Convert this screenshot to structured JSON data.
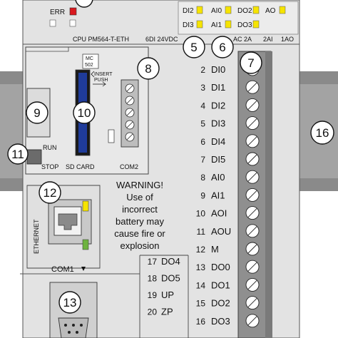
{
  "top": {
    "err": "ERR",
    "io_left": [
      "DI2",
      "DI3"
    ],
    "io_mid": [
      "AI0",
      "AI1"
    ],
    "io_right": [
      "DO2",
      "DO3"
    ],
    "ao": "AO",
    "model_line": "CPU PM564-T-ETH",
    "io_spec_a": "6DI 24VDC",
    "io_spec_b": "AC 2A",
    "io_spec_c": "2AI",
    "io_spec_d": "1AO"
  },
  "sd": {
    "mc_top": "MC",
    "mc_bottom": "502",
    "insert": "INSERT",
    "push": "PUSH",
    "card_label": "SD CARD",
    "run": "RUN",
    "stop": "STOP",
    "com2": "COM2"
  },
  "warning": [
    "WARNING!",
    "Use of",
    "incorrect",
    "battery may",
    "cause fire or",
    "explosion"
  ],
  "ethernet": "ETHERNET",
  "com1": "COM1",
  "terminals_right": [
    {
      "num": "2",
      "sig": "DI0"
    },
    {
      "num": "3",
      "sig": "DI1"
    },
    {
      "num": "4",
      "sig": "DI2"
    },
    {
      "num": "5",
      "sig": "DI3"
    },
    {
      "num": "6",
      "sig": "DI4"
    },
    {
      "num": "7",
      "sig": "DI5"
    },
    {
      "num": "8",
      "sig": "AI0"
    },
    {
      "num": "9",
      "sig": "AI1"
    },
    {
      "num": "10",
      "sig": "AOI"
    },
    {
      "num": "11",
      "sig": "AOU"
    },
    {
      "num": "12",
      "sig": "M"
    },
    {
      "num": "13",
      "sig": "DO0"
    },
    {
      "num": "14",
      "sig": "DO1"
    },
    {
      "num": "15",
      "sig": "DO2"
    },
    {
      "num": "16",
      "sig": "DO3"
    }
  ],
  "terminals_left": [
    {
      "num": "17",
      "sig": "DO4"
    },
    {
      "num": "18",
      "sig": "DO5"
    },
    {
      "num": "19",
      "sig": "UP"
    },
    {
      "num": "20",
      "sig": "ZP"
    }
  ],
  "callouts": [
    "5",
    "6",
    "7",
    "8",
    "9",
    "10",
    "11",
    "12",
    "13",
    "16"
  ],
  "colors": {
    "body": "#e3e3e3",
    "rail": "#9d9d9d",
    "led_yellow": "#f6e400",
    "led_red": "#d9181e",
    "led_green": "#6db33f",
    "sd_card": "#1f3b9a",
    "terminal_strip": "#8f8f8f"
  }
}
